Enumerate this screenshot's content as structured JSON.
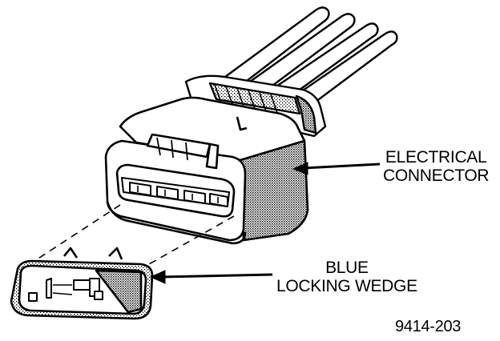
{
  "labels": {
    "connector_line1": "ELECTRICAL",
    "connector_line2": "CONNECTOR",
    "wedge_line1": "BLUE",
    "wedge_line2": "LOCKING WEDGE",
    "figure_number": "9414-203"
  },
  "colors": {
    "ink": "#000000",
    "paper": "#ffffff",
    "shade": "#6f6f6f"
  }
}
